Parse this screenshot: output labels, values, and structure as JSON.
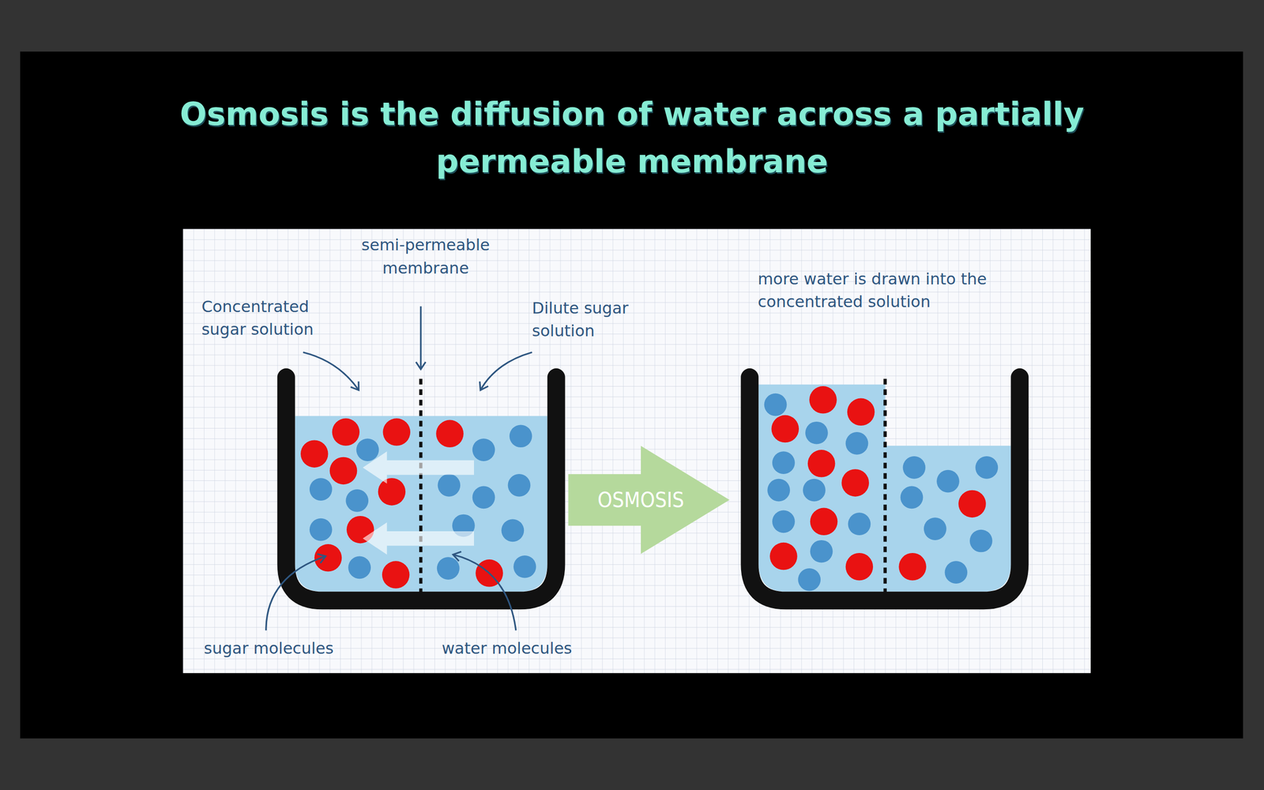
{
  "diagram": {
    "title": "Osmosis is the diffusion of water across a partially permeable membrane",
    "nodes": [
      {
        "text": [
          "OSMOSIS"
        ]
      }
    ],
    "labels": [
      "semi-permeable membrane",
      "Concentrated sugar solution",
      "Dilute sugar solution",
      "more water is drawn into the concentrated solution",
      "sugar molecules",
      "water molecules"
    ]
  }
}
